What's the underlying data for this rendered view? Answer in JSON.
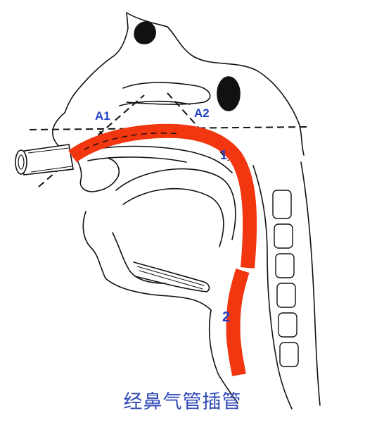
{
  "labels": {
    "a1": "A1",
    "a2": "A2",
    "segment1": "1",
    "segment2": "2"
  },
  "caption": "经鼻气管插管",
  "colors": {
    "tube": "#f2360f",
    "label": "#2341c8",
    "caption": "#2f49b5",
    "line": "#111111"
  }
}
